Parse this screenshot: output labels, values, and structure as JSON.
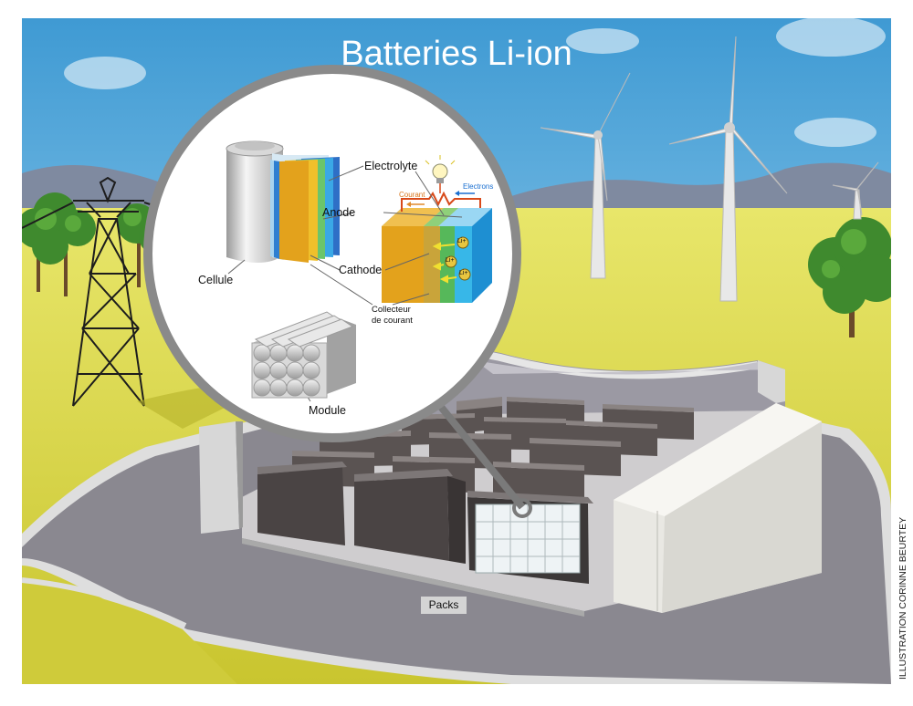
{
  "title": "Batteries Li-ion",
  "credit": "ILLUSTRATION CORINNE BEURTEY",
  "labels": {
    "electrolyte": "Electrolyte",
    "anode": "Anode",
    "cathode": "Cathode",
    "cellule": "Cellule",
    "collecteur_line1": "Collecteur",
    "collecteur_line2": "de courant",
    "module": "Module",
    "courant": "Courant",
    "electrons": "Electrons",
    "ion": "Li+",
    "packs": "Packs"
  },
  "colors": {
    "sky": "#4fa3d6",
    "field": "#d9d53e",
    "asphalt": "#87858e",
    "cathode": "#e0a21f",
    "anode": "#29b8e8",
    "electrolyte_green": "#62c25a"
  }
}
